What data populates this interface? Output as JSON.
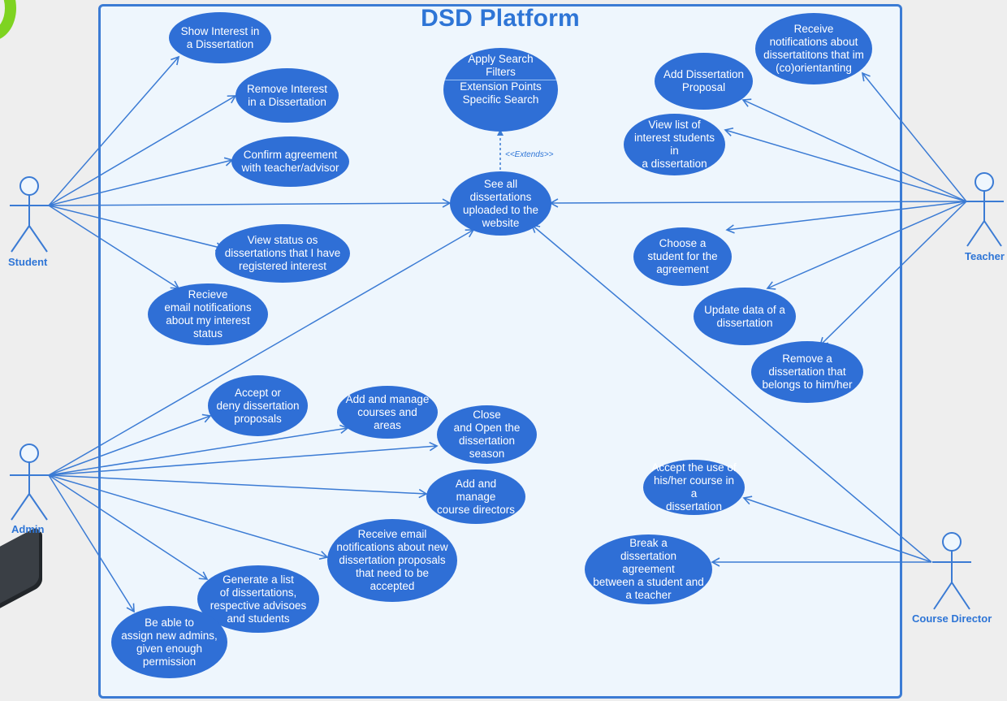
{
  "title": "DSD Platform",
  "actors": {
    "student": "Student",
    "teacher": "Teacher",
    "admin": "Admin",
    "course_director": "Course Director"
  },
  "extends_label": "<<Extends>>",
  "search_filters": {
    "top": "Apply Search\nFilters",
    "bottom": "Extension Points\nSpecific Search"
  },
  "use_cases": {
    "show_interest": "Show Interest in\na Dissertation",
    "remove_interest": "Remove Interest\nin a Dissertation",
    "confirm_agreement": "Confirm agreement\nwith teacher/advisor",
    "see_all": "See all\ndissertations\nuploaded to the\nwebsite",
    "view_status": "View status os\ndissertations that I have\nregistered interest",
    "recieve_email": "Recieve\nemail notifications\nabout my interest\nstatus",
    "receive_notifications_teacher": "Receive\nnotifications about\ndissertatitons that im\n(co)orientanting",
    "add_proposal": "Add Dissertation\nProposal",
    "view_interest_students": "View list of\ninterest students in\na dissertation",
    "choose_student": "Choose a\nstudent for the\nagreement",
    "update_data": "Update data of a\ndissertation",
    "remove_dissertation": "Remove a\ndissertation that\nbelongs to him/her",
    "accept_deny": "Accept or\ndeny dissertation\nproposals",
    "add_courses": "Add and manage\ncourses and areas",
    "close_open": "Close\nand Open the\ndissertation\nseason",
    "add_directors": "Add and manage\ncourse directors",
    "receive_email_admin": "Receive email\nnotifications about new\ndissertation proposals\nthat need to be\naccepted",
    "generate_list": "Generate a list\nof dissertations,\nrespective advisoes\nand students",
    "assign_admins": "Be able to\nassign new admins,\ngiven enough\npermission",
    "accept_course_use": "Accept the use of\nhis/her course in a\ndissertation",
    "break_agreement": "Break a\ndissertation agreement\nbetween a student and\na teacher"
  },
  "colors": {
    "boundary_fill": "#eef6fd",
    "accent": "#2f6fd6",
    "line": "#3b7bd4",
    "logo_green": "#7ed321"
  }
}
